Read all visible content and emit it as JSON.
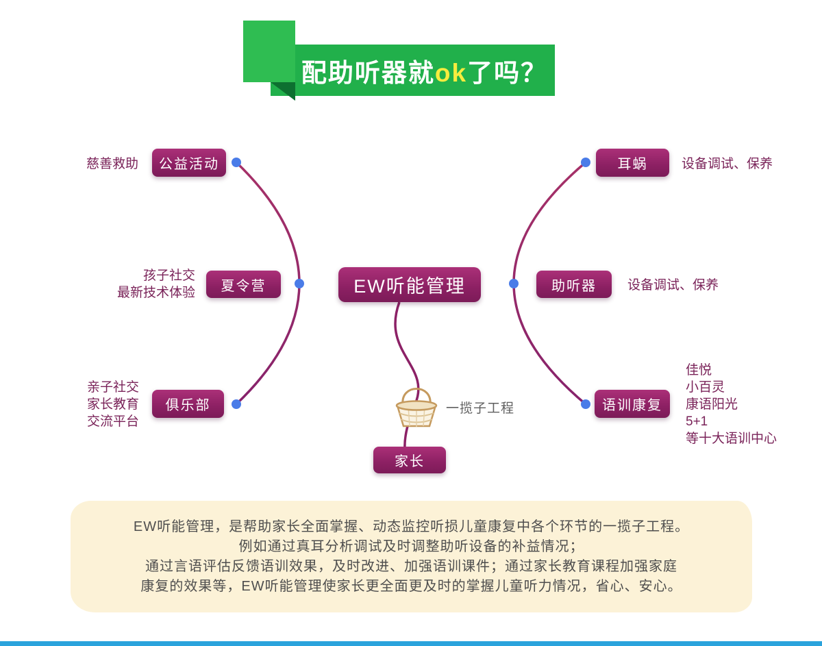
{
  "header": {
    "title_prefix": "配助听器就",
    "title_highlight": "ok",
    "title_suffix": "了吗？",
    "banner_color": "#21b04b",
    "square_color": "#2fbd52",
    "fold_color": "#0d7030",
    "highlight_color": "#f7ec3e"
  },
  "mindmap": {
    "center": {
      "label": "EW听能管理"
    },
    "bottom_node": {
      "label": "家长"
    },
    "basket_label": "一揽子工程",
    "left_nodes": [
      {
        "label": "公益活动",
        "annotation": "慈善救助"
      },
      {
        "label": "夏令营",
        "annotation": "孩子社交\n最新技术体验"
      },
      {
        "label": "俱乐部",
        "annotation": "亲子社交\n家长教育\n交流平台"
      }
    ],
    "right_nodes": [
      {
        "label": "耳蜗",
        "annotation": "设备调试、保养"
      },
      {
        "label": "助听器",
        "annotation": "设备调试、保养"
      },
      {
        "label": "语训康复",
        "annotation": "佳悦\n小百灵\n康语阳光\n5+1\n等十大语训中心"
      }
    ],
    "node_color": "#8c2063",
    "connector_color": "#96266b",
    "dot_color": "#4a7ce8"
  },
  "footer": {
    "lines": [
      "EW听能管理，是帮助家长全面掌握、动态监控听损儿童康复中各个环节的一揽子工程。",
      "例如通过真耳分析调试及时调整助听设备的补益情况；",
      "通过言语评估反馈语训效果，及时改进、加强语训课件；通过家长教育课程加强家庭",
      "康复的效果等，EW听能管理使家长更全面更及时的掌握儿童听力情况，省心、安心。"
    ],
    "box_color": "#fcf2d7",
    "text_color": "#4e4e4e",
    "bottom_bar_color": "#2ba3dc"
  }
}
